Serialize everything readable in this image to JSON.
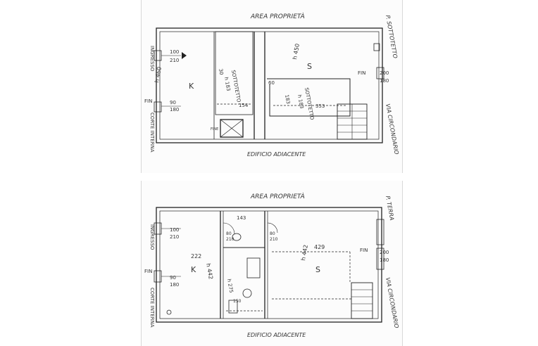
{
  "top_plan": {
    "north_label": "AREA PROPRIETÀ",
    "floor_label": "P. SOTTOTETTO",
    "south_label": "EDIFICIO ADIACENTE",
    "east_label": "VIA CIRCONDARIO",
    "west_ingresso": "INGRESSO",
    "west_corte": "CORTE INTERNA",
    "window_w1_a": "100",
    "window_w1_b": "210",
    "window_fin_label": "FIN",
    "window_fin_a": "90",
    "window_fin_b": "180",
    "room_k_h": "h 460",
    "room_k_name": "K",
    "sottotetto_1_name": "SOTTOTETTO",
    "sottotetto_1_h": "h 183",
    "sottotetto_1_width": "30",
    "dim_154": "154",
    "dim_60": "60",
    "room_s_h": "h 450",
    "room_s_name": "S",
    "sottotetto_2_name": "SOTTOTETTO",
    "sottotetto_2_h": "h 183",
    "sottotetto_2_width": "183",
    "dim_353": "353",
    "east_window_fin": "FIN",
    "east_window_a": "200",
    "east_window_b": "180",
    "fine_label": "FINE"
  },
  "bottom_plan": {
    "north_label": "AREA PROPRIETÀ",
    "floor_label": "P. TERRA",
    "south_label": "EDIFICIO ADIACENTE",
    "east_label": "VIA CIRCONDARIO",
    "west_ingresso": "INGRESSO",
    "west_corte": "CORTE INTERNA",
    "window_w1_a": "100",
    "window_w1_b": "210",
    "window_fin_label": "FIN",
    "window_fin_a": "90",
    "window_fin_b": "180",
    "room_k_width": "222",
    "room_k_name": "K",
    "room_k_h": "h 442",
    "bath_width": "143",
    "bath_dim_a": "80",
    "bath_dim_b": "210",
    "bath_dim_c": "80",
    "bath_dim_d": "210",
    "bath_dim_e": "150",
    "bath_h": "h 275",
    "room_s_width": "429",
    "room_s_name": "S",
    "room_s_h": "h 442",
    "east_window_fin": "FIN",
    "east_window_a": "200",
    "east_window_b": "180"
  }
}
